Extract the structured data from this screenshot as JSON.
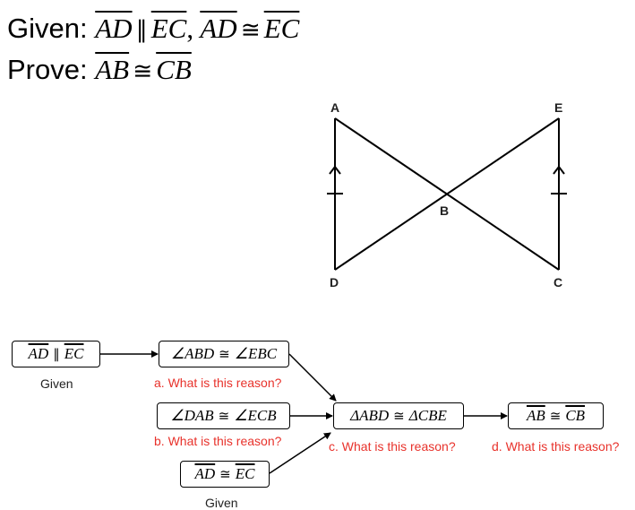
{
  "header": {
    "given_label": "Given:",
    "given_p1": "AD",
    "given_sym1": "∥",
    "given_p2": "EC",
    "given_comma": ",",
    "given_p3": "AD",
    "given_sym2": "≅",
    "given_p4": "EC",
    "prove_label": "Prove:",
    "prove_p1": "AB",
    "prove_sym": "≅",
    "prove_p2": "CB"
  },
  "figure": {
    "points": {
      "A": "A",
      "B": "B",
      "C": "C",
      "D": "D",
      "E": "E"
    }
  },
  "flowchart": {
    "box1": {
      "a": "AD",
      "sym": "∥",
      "b": "EC"
    },
    "box2": {
      "a": "∠ABD",
      "sym": "≅",
      "b": "∠EBC"
    },
    "box3": {
      "a": "∠DAB",
      "sym": "≅",
      "b": "∠ECB"
    },
    "box4": {
      "a": "AD",
      "sym": "≅",
      "b": "EC"
    },
    "box5": {
      "a": "ΔABD",
      "sym": "≅",
      "b": "ΔCBE"
    },
    "box6": {
      "a": "AB",
      "sym": "≅",
      "b": "CB"
    },
    "reason_given_1": "Given",
    "reason_a": "a.  What is this reason?",
    "reason_b": "b.  What is this reason?",
    "reason_c": "c.  What is this reason?",
    "reason_d": "d.  What is this reason?",
    "reason_given_2": "Given"
  },
  "colors": {
    "question": "#e8322b",
    "line": "#000000"
  }
}
